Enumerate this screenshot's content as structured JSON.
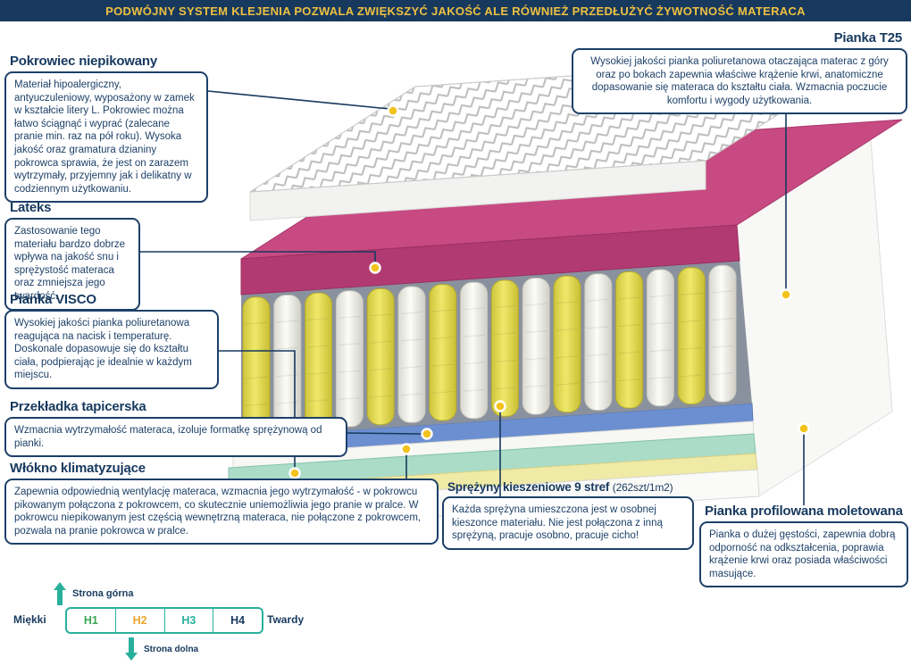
{
  "banner": {
    "text": "PODWÓJNY SYSTEM KLEJENIA POZWALA ZWIĘKSZYĆ JAKOŚĆ ALE RÓWNIEŻ PRZEDŁUŻYĆ ŻYWOTNOŚĆ MATERACA"
  },
  "callouts": {
    "pokrowiec": {
      "title": "Pokrowiec niepikowany",
      "body": "Materiał hipoalergiczny, antyuczuleniowy, wyposażony w zamek w kształcie litery L. Pokrowiec można łatwo ściągnąć i wyprać (zalecane pranie min. raz na pół roku). Wysoka jakość oraz gramatura dzianiny pokrowca sprawia, że jest on zarazem wytrzymały, przyjemny jak i delikatny w codziennym użytkowaniu."
    },
    "lateks": {
      "title": "Lateks",
      "body": "Zastosowanie tego materiału bardzo dobrze wpływa na jakość snu i sprężystość materaca oraz zmniejsza jego twardość."
    },
    "visco": {
      "title": "Pianka VISCO",
      "body": "Wysokiej jakości pianka poliuretanowa reagująca na nacisk i temperaturę. Doskonale dopasowuje się do kształtu ciała, podpierając je idealnie w każdym miejscu."
    },
    "przekladka": {
      "title": "Przekładka tapicerska",
      "body": "Wzmacnia wytrzymałość materaca, izoluje formatkę sprężynową od pianki."
    },
    "wlokno": {
      "title": "Włókno klimatyzujące",
      "body": "Zapewnia odpowiednią wentylację materaca, wzmacnia jego wytrzymałość - w pokrowcu pikowanym połączona z pokrowcem, co skutecznie uniemożliwia jego pranie w pralce. W pokrowcu niepikowanym jest częścią wewnętrzną materaca, nie połączone z pokrowcem, pozwala na pranie pokrowca w pralce."
    },
    "t25": {
      "title": "Pianka T25",
      "body": "Wysokiej jakości pianka poliuretanowa otaczająca materac z góry oraz po bokach zapewnia właściwe krążenie krwi, anatomiczne dopasowanie się materaca do kształtu ciała. Wzmacnia poczucie komfortu i wygody użytkowania."
    },
    "sprezyny": {
      "title": "Sprężyny kieszeniowe 9 stref",
      "title_suffix": "(262szt/1m2)",
      "body": "Każda sprężyna umieszczona jest w osobnej kieszonce materiału. Nie jest połączona z inną sprężyną, pracuje osobno, pracuje cicho!"
    },
    "profilowana": {
      "title": "Pianka profilowana moletowana",
      "body": "Pianka o dużej gęstości, zapewnia dobrą odporność na odkształcenia, poprawia krążenie krwi oraz posiada właściwości masujące."
    }
  },
  "mattress_layers": [
    {
      "name": "pokrowiec-niepikowany-cover",
      "color": "#ffffff"
    },
    {
      "name": "lateks-layer",
      "color": "#c84a82"
    },
    {
      "name": "pocket-springs",
      "color": "#e6df52"
    },
    {
      "name": "przekladka-tapicerska-layer",
      "color": "#6b8fd0"
    },
    {
      "name": "wlokno-klimatyzujace-layer",
      "color": "#f7f7f4"
    },
    {
      "name": "pianka-visco-layer",
      "color": "#aadcc8"
    },
    {
      "name": "pianka-profilowana-base",
      "color": "#efeaa6"
    },
    {
      "name": "pianka-t25-encasement",
      "color": "#f8f8f6"
    }
  ],
  "scale": {
    "top_label": "Strona górna",
    "bottom_label": "Strona dolna",
    "soft_label": "Miękki",
    "hard_label": "Twardy",
    "levels": [
      {
        "label": "H1",
        "color": "#3ba655"
      },
      {
        "label": "H2",
        "color": "#eaa52f"
      },
      {
        "label": "H3",
        "color": "#29b09d"
      },
      {
        "label": "H4",
        "color": "#17395e"
      }
    ]
  },
  "colors": {
    "navy": "#17395e",
    "banner_text": "#eec041",
    "callout_dot": "#f3c21c",
    "teal_accent": "#29b09d"
  }
}
